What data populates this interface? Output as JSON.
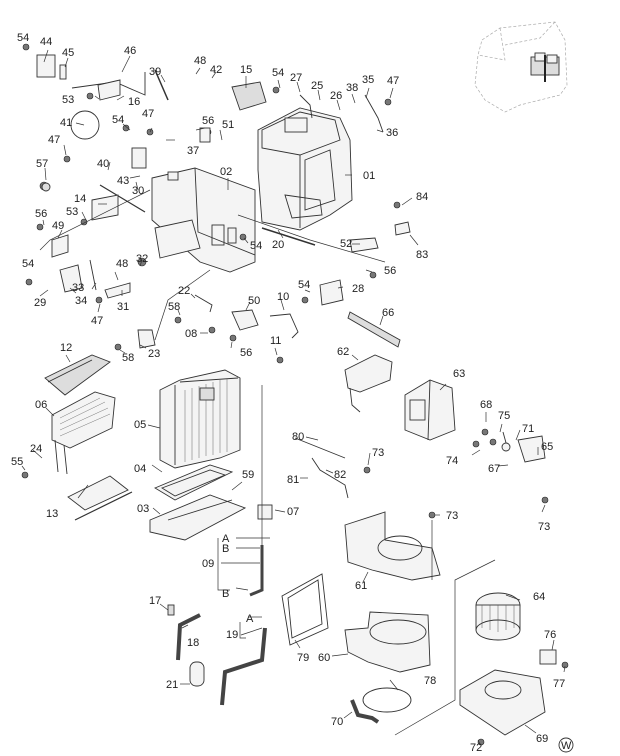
{
  "diagram": {
    "type": "exploded-parts-diagram",
    "subject": "Air conditioner / heater unit assembly",
    "watermark": "W",
    "inset": "machine-cab-locator",
    "callouts": [
      {
        "id": "54a",
        "text": "54"
      },
      {
        "id": "44",
        "text": "44"
      },
      {
        "id": "45",
        "text": "45"
      },
      {
        "id": "46",
        "text": "46"
      },
      {
        "id": "16",
        "text": "16"
      },
      {
        "id": "53a",
        "text": "53"
      },
      {
        "id": "39",
        "text": "39"
      },
      {
        "id": "48a",
        "text": "48"
      },
      {
        "id": "42",
        "text": "42"
      },
      {
        "id": "15",
        "text": "15"
      },
      {
        "id": "54b",
        "text": "54"
      },
      {
        "id": "27",
        "text": "27"
      },
      {
        "id": "25",
        "text": "25"
      },
      {
        "id": "26",
        "text": "26"
      },
      {
        "id": "38",
        "text": "38"
      },
      {
        "id": "35",
        "text": "35"
      },
      {
        "id": "47a",
        "text": "47"
      },
      {
        "id": "36",
        "text": "36"
      },
      {
        "id": "41",
        "text": "41"
      },
      {
        "id": "54c",
        "text": "54"
      },
      {
        "id": "47b",
        "text": "47"
      },
      {
        "id": "37",
        "text": "37"
      },
      {
        "id": "47c",
        "text": "47"
      },
      {
        "id": "56a",
        "text": "56"
      },
      {
        "id": "51",
        "text": "51"
      },
      {
        "id": "57",
        "text": "57"
      },
      {
        "id": "40",
        "text": "40"
      },
      {
        "id": "43",
        "text": "43"
      },
      {
        "id": "30",
        "text": "30"
      },
      {
        "id": "02",
        "text": "02"
      },
      {
        "id": "01",
        "text": "01"
      },
      {
        "id": "84",
        "text": "84"
      },
      {
        "id": "14",
        "text": "14"
      },
      {
        "id": "53b",
        "text": "53"
      },
      {
        "id": "56b",
        "text": "56"
      },
      {
        "id": "49",
        "text": "49"
      },
      {
        "id": "54d",
        "text": "54"
      },
      {
        "id": "20",
        "text": "20"
      },
      {
        "id": "52",
        "text": "52"
      },
      {
        "id": "83",
        "text": "83"
      },
      {
        "id": "54e",
        "text": "54"
      },
      {
        "id": "48b",
        "text": "48"
      },
      {
        "id": "32",
        "text": "32"
      },
      {
        "id": "56c",
        "text": "56"
      },
      {
        "id": "29",
        "text": "29"
      },
      {
        "id": "33",
        "text": "33"
      },
      {
        "id": "34",
        "text": "34"
      },
      {
        "id": "31",
        "text": "31"
      },
      {
        "id": "47d",
        "text": "47"
      },
      {
        "id": "22",
        "text": "22"
      },
      {
        "id": "58a",
        "text": "58"
      },
      {
        "id": "50",
        "text": "50"
      },
      {
        "id": "10",
        "text": "10"
      },
      {
        "id": "54f",
        "text": "54"
      },
      {
        "id": "28",
        "text": "28"
      },
      {
        "id": "08",
        "text": "08"
      },
      {
        "id": "56d",
        "text": "56"
      },
      {
        "id": "11",
        "text": "11"
      },
      {
        "id": "23",
        "text": "23"
      },
      {
        "id": "58b",
        "text": "58"
      },
      {
        "id": "66",
        "text": "66"
      },
      {
        "id": "62",
        "text": "62"
      },
      {
        "id": "12",
        "text": "12"
      },
      {
        "id": "06",
        "text": "06"
      },
      {
        "id": "05",
        "text": "05"
      },
      {
        "id": "63",
        "text": "63"
      },
      {
        "id": "68",
        "text": "68"
      },
      {
        "id": "75",
        "text": "75"
      },
      {
        "id": "71",
        "text": "71"
      },
      {
        "id": "80",
        "text": "80"
      },
      {
        "id": "73a",
        "text": "73"
      },
      {
        "id": "65",
        "text": "65"
      },
      {
        "id": "74",
        "text": "74"
      },
      {
        "id": "67",
        "text": "67"
      },
      {
        "id": "24",
        "text": "24"
      },
      {
        "id": "55",
        "text": "55"
      },
      {
        "id": "82",
        "text": "82"
      },
      {
        "id": "81",
        "text": "81"
      },
      {
        "id": "04",
        "text": "04"
      },
      {
        "id": "59",
        "text": "59"
      },
      {
        "id": "73b",
        "text": "73"
      },
      {
        "id": "13",
        "text": "13"
      },
      {
        "id": "03",
        "text": "03"
      },
      {
        "id": "07",
        "text": "07"
      },
      {
        "id": "73c",
        "text": "73"
      },
      {
        "id": "A1",
        "text": "A"
      },
      {
        "id": "B1",
        "text": "B"
      },
      {
        "id": "09",
        "text": "09"
      },
      {
        "id": "B2",
        "text": "B"
      },
      {
        "id": "61",
        "text": "61"
      },
      {
        "id": "64",
        "text": "64"
      },
      {
        "id": "17",
        "text": "17"
      },
      {
        "id": "18",
        "text": "18"
      },
      {
        "id": "A2",
        "text": "A"
      },
      {
        "id": "19",
        "text": "19"
      },
      {
        "id": "79",
        "text": "79"
      },
      {
        "id": "60",
        "text": "60"
      },
      {
        "id": "76",
        "text": "76"
      },
      {
        "id": "77",
        "text": "77"
      },
      {
        "id": "21",
        "text": "21"
      },
      {
        "id": "78",
        "text": "78"
      },
      {
        "id": "70",
        "text": "70"
      },
      {
        "id": "72",
        "text": "72"
      },
      {
        "id": "69",
        "text": "69"
      }
    ]
  }
}
